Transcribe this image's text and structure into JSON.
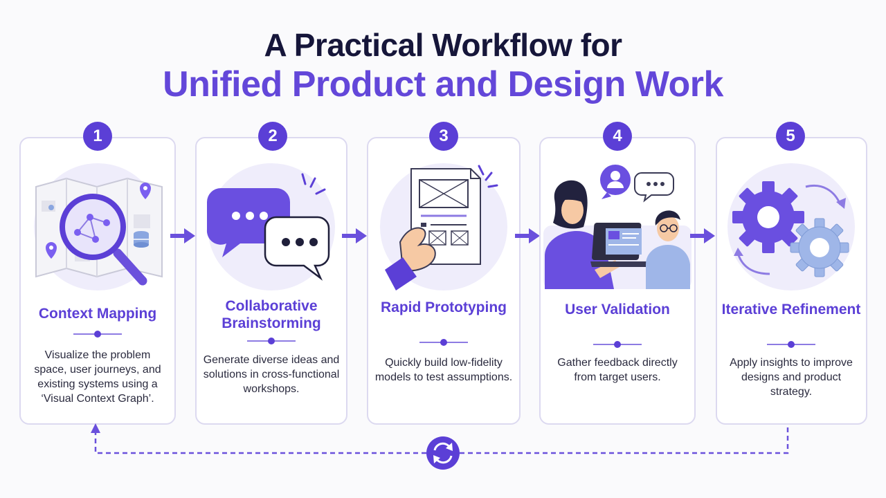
{
  "header": {
    "title_line1": "A Practical Workflow for",
    "title_line2": "Unified Product and Design Work"
  },
  "steps": [
    {
      "number": "1",
      "title": "Context Mapping",
      "description": "Visualize the problem space, user journeys, and existing systems using a ‘Visual Context Graph’.",
      "icon": "map-magnifier-icon"
    },
    {
      "number": "2",
      "title": "Collaborative Brainstorming",
      "description": "Generate diverse ideas and solutions in cross-functional workshops.",
      "icon": "speech-bubbles-icon"
    },
    {
      "number": "3",
      "title": "Rapid Prototyping",
      "description": "Quickly build low-fidelity models to test assumptions.",
      "icon": "wireframe-document-icon"
    },
    {
      "number": "4",
      "title": "User Validation",
      "description": "Gather feedback directly from target users.",
      "icon": "user-interview-icon"
    },
    {
      "number": "5",
      "title": "Iterative Refinement",
      "description": "Apply insights to improve designs and product strategy.",
      "icon": "gears-cycle-icon"
    }
  ],
  "colors": {
    "accent": "#5b3fd6",
    "title_dark": "#16163a",
    "card_border": "#dcd9f0",
    "illustration_bg": "#efedfb",
    "light_blue": "#9fb6e8"
  }
}
